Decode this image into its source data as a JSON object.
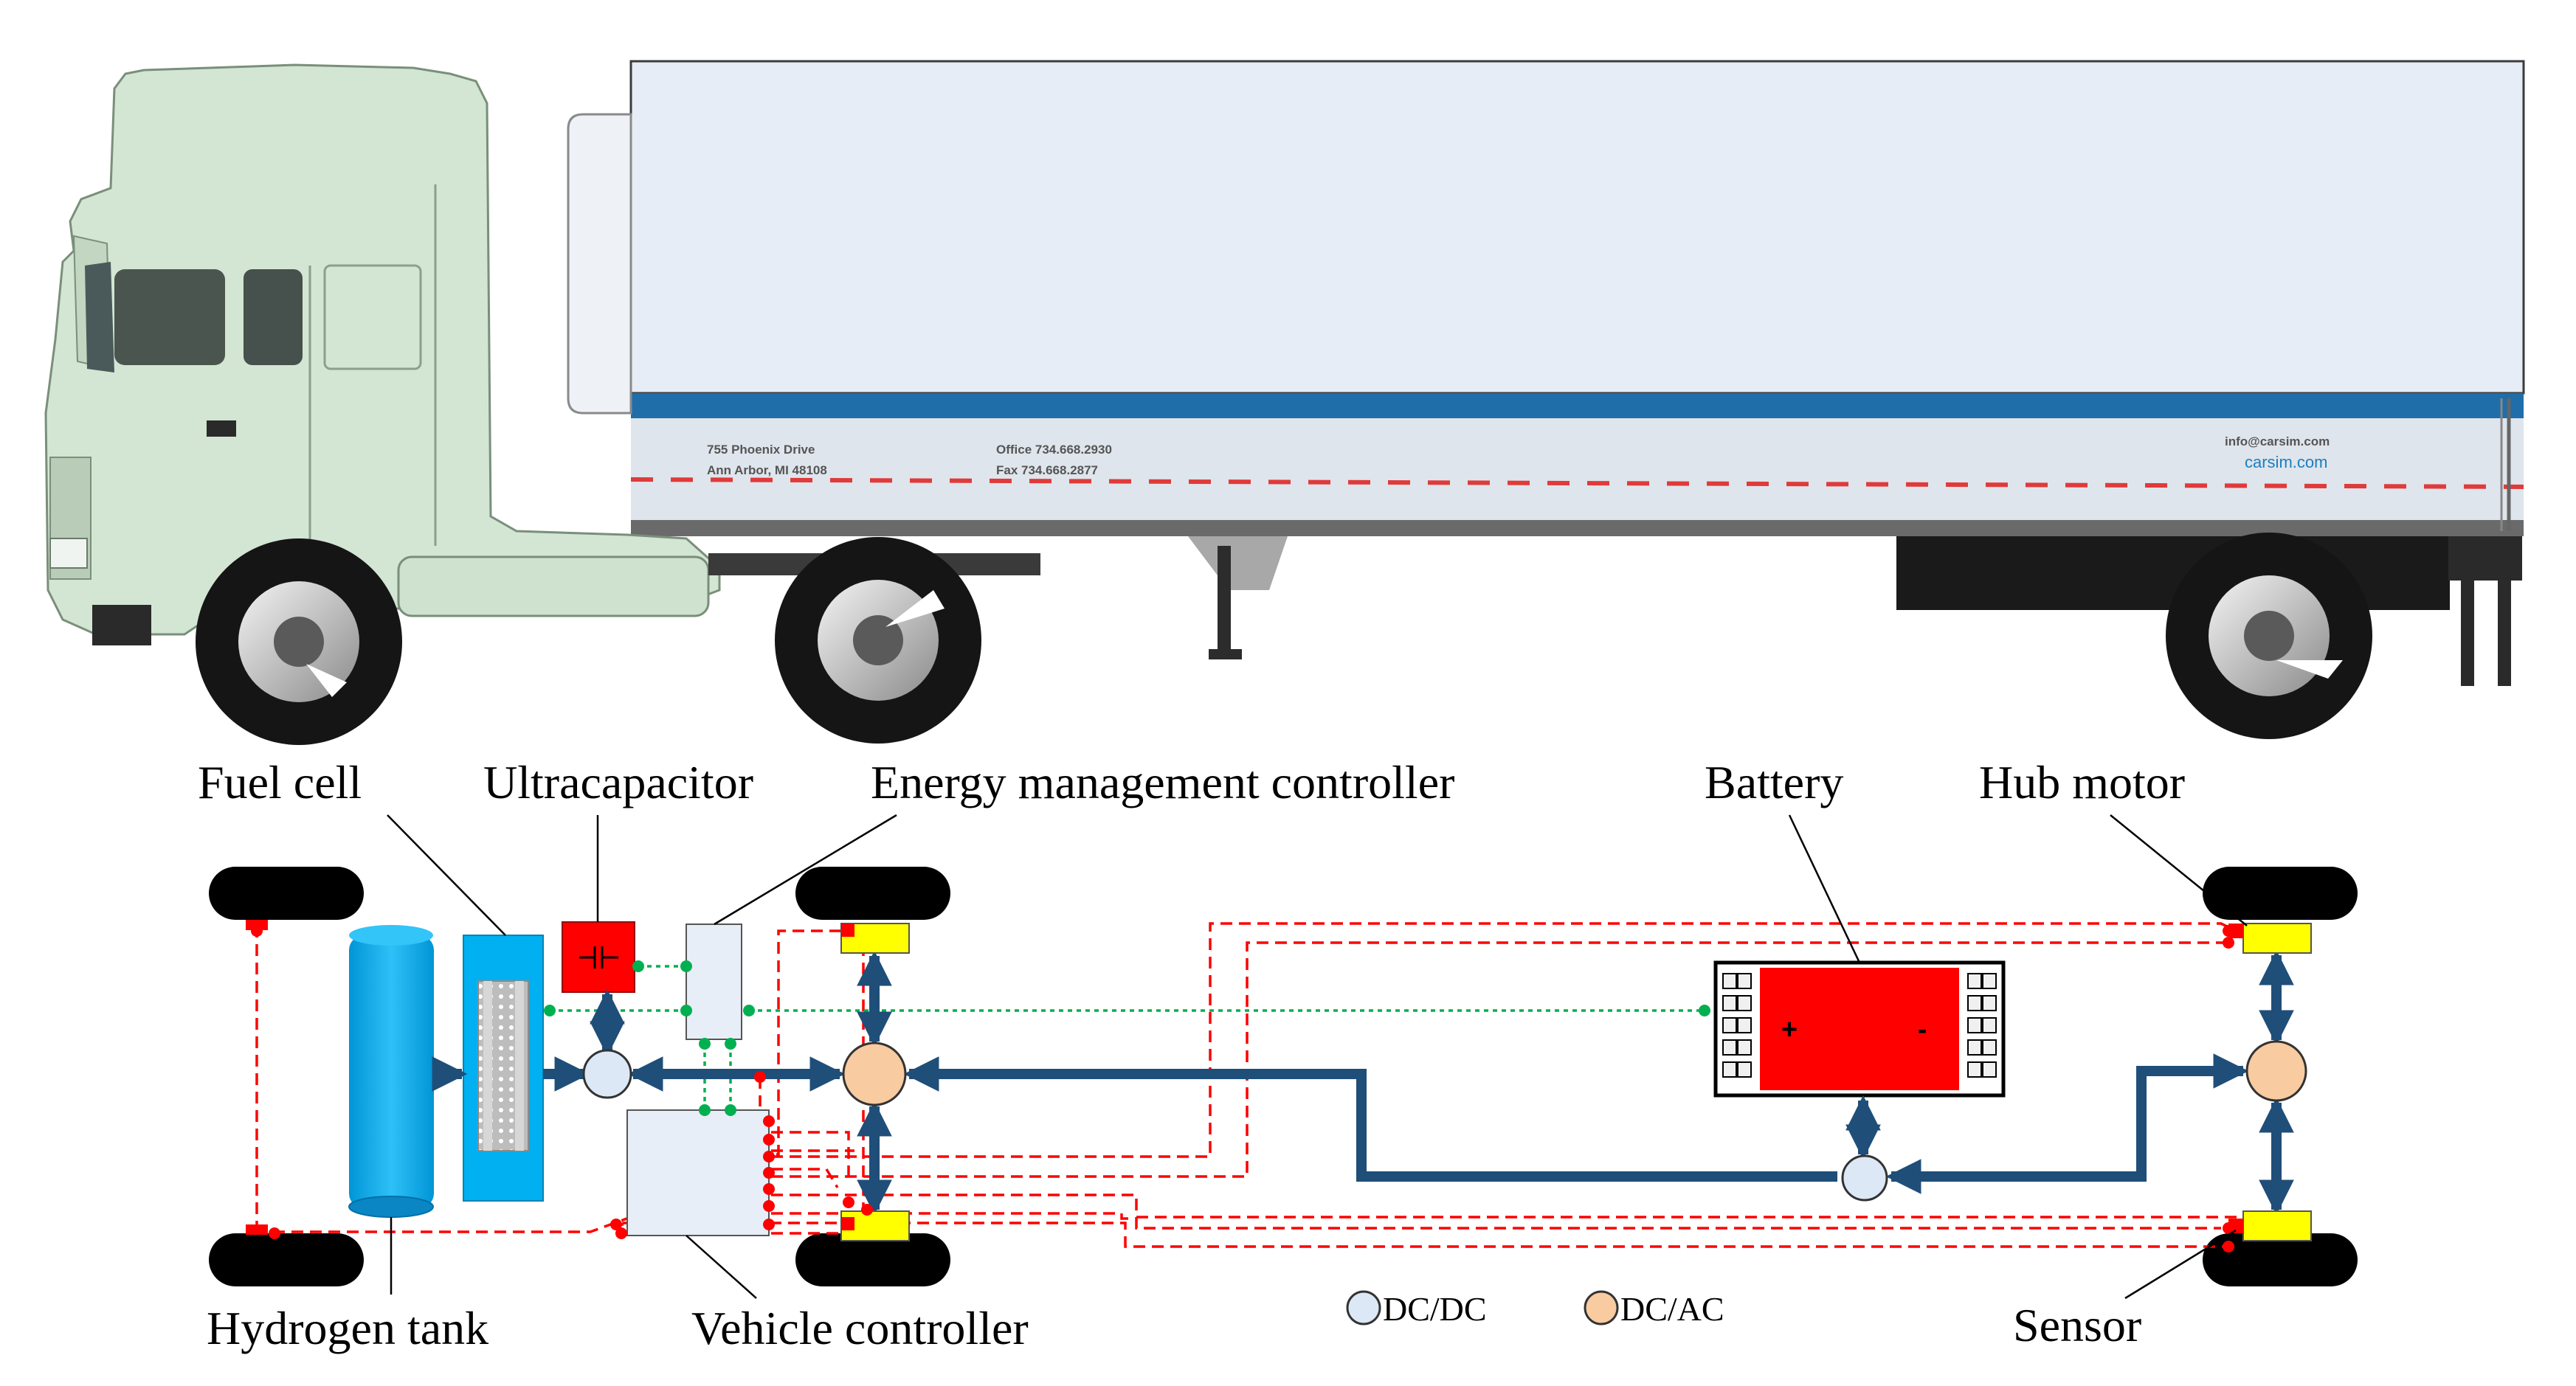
{
  "labels": {
    "fuel_cell": "Fuel cell",
    "ultracapacitor": "Ultracapacitor",
    "energy_management_controller": "Energy management controller",
    "battery": "Battery",
    "hub_motor": "Hub motor",
    "hydrogen_tank": "Hydrogen tank",
    "vehicle_controller": "Vehicle controller",
    "sensor": "Sensor"
  },
  "legend": {
    "dcdc": "DC/DC",
    "dcac": "DC/AC"
  },
  "battery_terminals": {
    "positive": "+",
    "negative": "-"
  },
  "trailer_text": {
    "address_line1": "755 Phoenix Drive",
    "address_line2": "Ann Arbor, MI 48108",
    "office_line1": "Office 734.668.2930",
    "office_line2": "Fax     734.668.2877",
    "email": "info@carsim.com",
    "website": "carsim.com"
  },
  "colors": {
    "power_flow": "#1f4e79",
    "signal_line": "#ff0000",
    "comm_line": "#00b050",
    "hydrogen_tank": "#00b0f0",
    "battery": "#ff0000",
    "ultracapacitor": "#ff0000",
    "dcdc_fill": "#dce8f5",
    "dcac_fill": "#f8cba0",
    "sensor": "#ffff00",
    "truck_cab": "#d3e5d3",
    "trailer_body": "#e6edf6",
    "trailer_stripe": "#1f6eaa"
  }
}
